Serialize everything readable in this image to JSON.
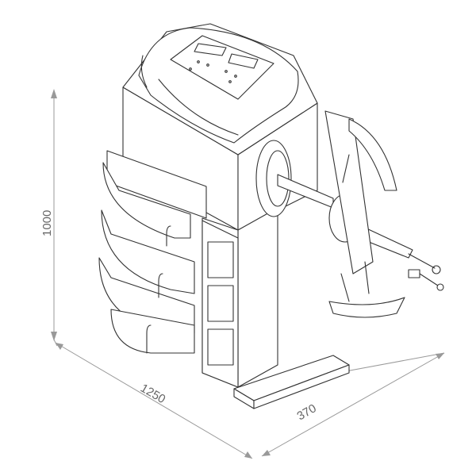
{
  "dimensions": {
    "height": "1000",
    "width": "1250",
    "depth": "370"
  },
  "colors": {
    "line": "#333333",
    "dimension": "#999999",
    "label": "#666666"
  }
}
